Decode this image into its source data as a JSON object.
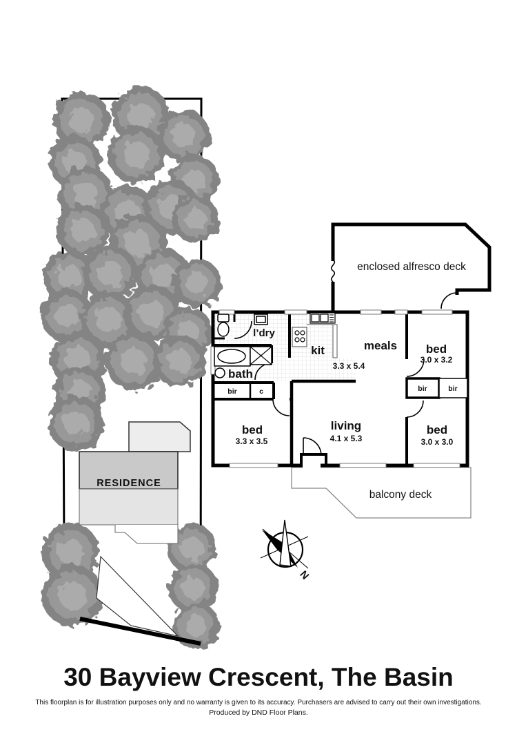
{
  "title": "30 Bayview Crescent, The Basin",
  "footer": {
    "line1": "This floorplan is for illustration purposes only and no warranty is given to its accuracy. Purchasers are advised to carry out their own investigations.",
    "line2": "Produced by DND Floor Plans."
  },
  "site_plan": {
    "residence_label": "RESIDENCE",
    "trees": [
      [
        118,
        174,
        41
      ],
      [
        204,
        167,
        42
      ],
      [
        266,
        196,
        38
      ],
      [
        109,
        235,
        38
      ],
      [
        198,
        224,
        42
      ],
      [
        282,
        261,
        36
      ],
      [
        124,
        281,
        40
      ],
      [
        185,
        308,
        40
      ],
      [
        248,
        300,
        40
      ],
      [
        120,
        334,
        38
      ],
      [
        283,
        317,
        34
      ],
      [
        200,
        352,
        42
      ],
      [
        100,
        400,
        38
      ],
      [
        160,
        396,
        40
      ],
      [
        237,
        400,
        40
      ],
      [
        286,
        410,
        35
      ],
      [
        97,
        457,
        38
      ],
      [
        157,
        463,
        41
      ],
      [
        220,
        453,
        41
      ],
      [
        273,
        481,
        36
      ],
      [
        113,
        520,
        40
      ],
      [
        194,
        523,
        42
      ],
      [
        260,
        523,
        38
      ],
      [
        116,
        567,
        37
      ],
      [
        110,
        613,
        40
      ],
      [
        102,
        799,
        42
      ],
      [
        105,
        862,
        45
      ],
      [
        278,
        794,
        36
      ],
      [
        280,
        851,
        36
      ],
      [
        284,
        906,
        34
      ]
    ]
  },
  "floor_plan": {
    "alfresco_label": "enclosed alfresco deck",
    "balcony_label": "balcony deck",
    "ldry_label": "l’dry",
    "kit_label": "kit",
    "kit_meals_dims": "3.3 x 5.4",
    "meals_label": "meals",
    "bath_label": "bath",
    "bed1": {
      "label": "bed",
      "dims": "3.0 x 3.2"
    },
    "bed2": {
      "label": "bed",
      "dims": "3.3 x 3.5"
    },
    "bed3": {
      "label": "bed",
      "dims": "3.0 x 3.0"
    },
    "living": {
      "label": "living",
      "dims": "4.1 x 5.3"
    },
    "bir_left": "bir",
    "closet_c": "c",
    "bir_mid": "bir",
    "bir_right": "bir",
    "compass_north": "N"
  },
  "colors": {
    "wall": "#000000",
    "tree_outer": "#848484",
    "tree_mid": "#989898",
    "tree_inner": "#ababab",
    "residence_dark": "#c9c9c9",
    "residence_light": "#e4e4e4",
    "deck_light": "#ededed"
  }
}
